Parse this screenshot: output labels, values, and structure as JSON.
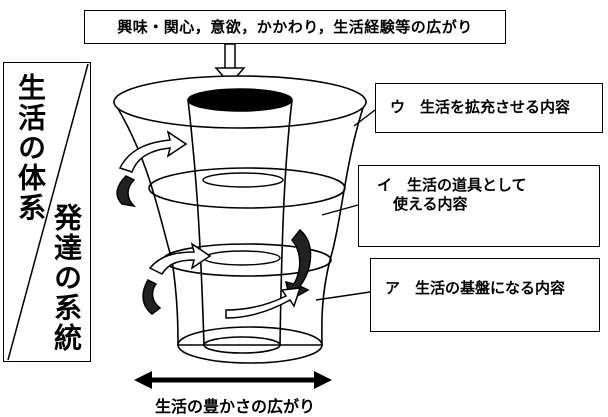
{
  "top_label": "興味・関心，意欲，かかわり，生活経験等の広がり",
  "left_panel": {
    "upper": "生活の体系",
    "lower": "発達の系統"
  },
  "box_u": "ウ　生活を拡充させる内容",
  "box_i_line1": "イ　生活の道具として",
  "box_i_line2": "使える内容",
  "box_a": "ア　生活の基盤になる内容",
  "bottom_label": "生活の豊かさの広がり"
}
